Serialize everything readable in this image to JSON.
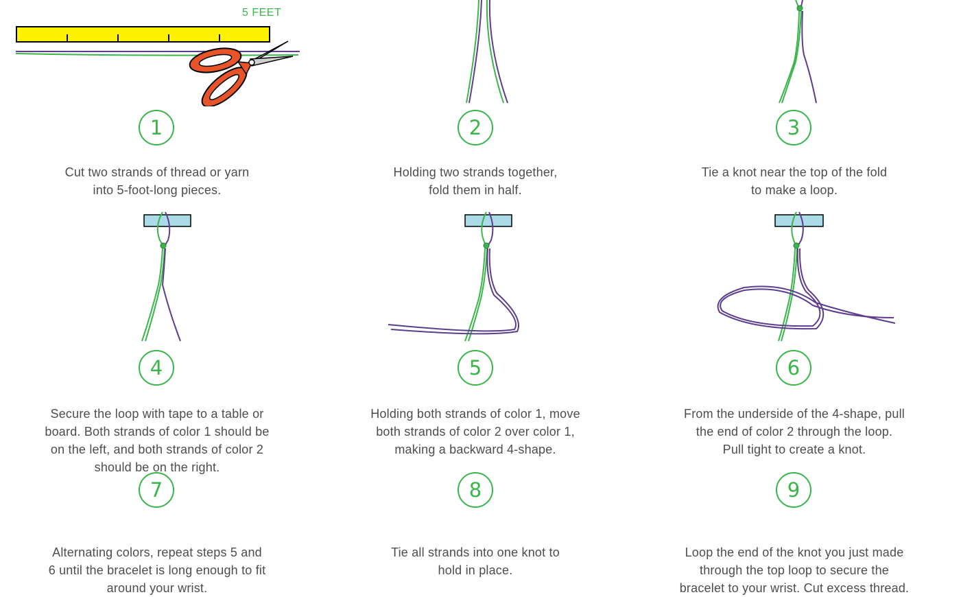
{
  "ruler_label": "5 FEET",
  "colors": {
    "accent": "#39b54a",
    "thread_green": "#39b54a",
    "thread_purple": "#5c3c8c",
    "tape": "#aadbe6",
    "ruler": "#fff200",
    "scissors": "#e8542a",
    "text": "#4d4d4d"
  },
  "steps": [
    {
      "number": "1",
      "lines": [
        "Cut two strands of thread or yarn",
        "into 5-foot-long pieces."
      ],
      "icon": "scissors-and-ruler-illustration"
    },
    {
      "number": "2",
      "lines": [
        "Holding two strands together,",
        "fold them in half."
      ],
      "icon": "folded-strands-illustration"
    },
    {
      "number": "3",
      "lines": [
        "Tie a knot near the top of the fold",
        "to make a loop."
      ],
      "icon": "knotted-loop-illustration"
    },
    {
      "number": "4",
      "lines": [
        "Secure the loop with tape to a table or",
        "board. Both strands of color 1 should be",
        "on the left, and both strands of color 2",
        "should be on the right."
      ],
      "icon": "taped-loop-illustration"
    },
    {
      "number": "5",
      "lines": [
        "Holding both strands of color 1, move",
        "both strands of color 2 over color 1,",
        "making a backward 4-shape."
      ],
      "icon": "four-shape-illustration"
    },
    {
      "number": "6",
      "lines": [
        "From the underside of the 4-shape, pull",
        "the end of color 2 through the loop.",
        "Pull tight to create a knot."
      ],
      "icon": "pull-through-illustration"
    },
    {
      "number": "7",
      "lines": [
        "Alternating colors, repeat steps 5 and",
        "6 until the bracelet is long enough to fit",
        "around your wrist."
      ]
    },
    {
      "number": "8",
      "lines": [
        "Tie all strands into one knot to",
        "hold in place."
      ]
    },
    {
      "number": "9",
      "lines": [
        "Loop the end of the knot you just made",
        "through the top loop to secure the",
        "bracelet to your wrist. Cut excess thread."
      ]
    }
  ]
}
